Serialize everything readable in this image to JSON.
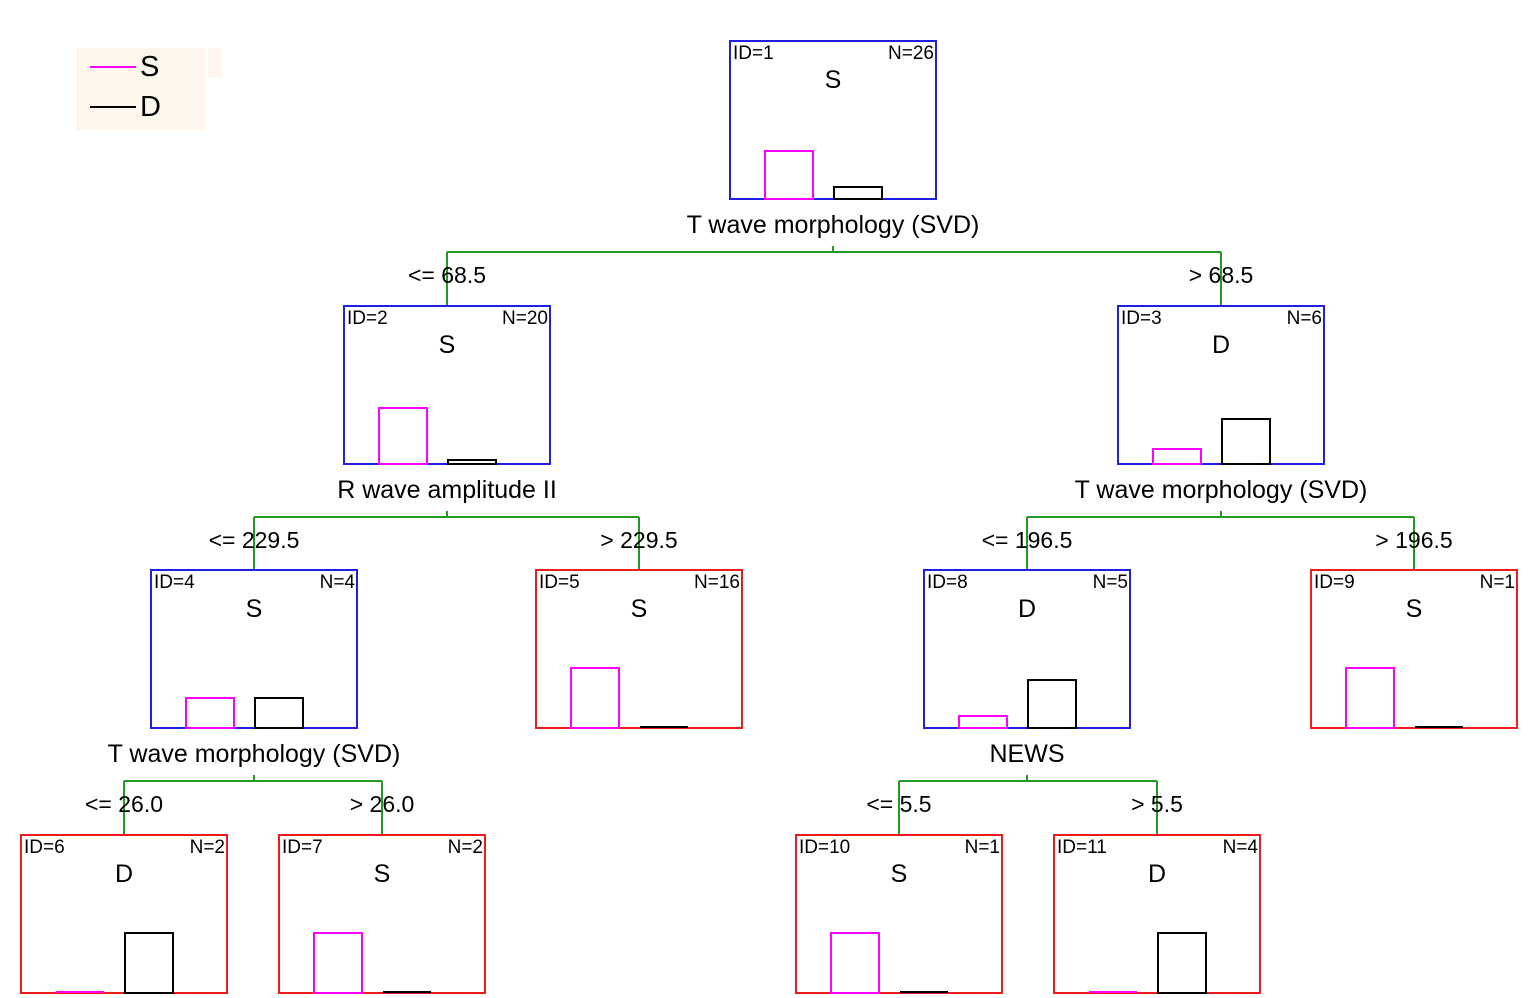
{
  "legend": {
    "items": [
      {
        "label": "S",
        "color": "#ff00ff"
      },
      {
        "label": "D",
        "color": "#000000"
      }
    ]
  },
  "colors": {
    "split_node_border": "#1f1fe6",
    "leaf_node_border": "#ee1c1c",
    "edge": "#229922",
    "class_s": "#ff00ff",
    "class_d": "#000000"
  },
  "tree": {
    "nodes": [
      {
        "id": "1",
        "id_label": "ID=1",
        "n_label": "N=26",
        "class_label": "S",
        "s": 12,
        "d": 3,
        "leaf": false,
        "split_label": "T wave morphology (SVD)"
      },
      {
        "id": "2",
        "id_label": "ID=2",
        "n_label": "N=20",
        "class_label": "S",
        "s": 14,
        "d": 1,
        "leaf": false,
        "split_label": "R wave amplitude II"
      },
      {
        "id": "3",
        "id_label": "ID=3",
        "n_label": "N=6",
        "class_label": "D",
        "s": 1,
        "d": 3,
        "leaf": false,
        "split_label": "T wave morphology (SVD)"
      },
      {
        "id": "4",
        "id_label": "ID=4",
        "n_label": "N=4",
        "class_label": "S",
        "s": 2,
        "d": 2,
        "leaf": false,
        "split_label": "T wave morphology (SVD)"
      },
      {
        "id": "5",
        "id_label": "ID=5",
        "n_label": "N=16",
        "class_label": "S",
        "s": 16,
        "d": 0,
        "leaf": true
      },
      {
        "id": "8",
        "id_label": "ID=8",
        "n_label": "N=5",
        "class_label": "D",
        "s": 1,
        "d": 4,
        "leaf": false,
        "split_label": "NEWS"
      },
      {
        "id": "9",
        "id_label": "ID=9",
        "n_label": "N=1",
        "class_label": "S",
        "s": 1,
        "d": 0,
        "leaf": true
      },
      {
        "id": "6",
        "id_label": "ID=6",
        "n_label": "N=2",
        "class_label": "D",
        "s": 0,
        "d": 2,
        "leaf": true
      },
      {
        "id": "7",
        "id_label": "ID=7",
        "n_label": "N=2",
        "class_label": "S",
        "s": 2,
        "d": 0,
        "leaf": true
      },
      {
        "id": "10",
        "id_label": "ID=10",
        "n_label": "N=1",
        "class_label": "S",
        "s": 1,
        "d": 0,
        "leaf": true
      },
      {
        "id": "11",
        "id_label": "ID=11",
        "n_label": "N=4",
        "class_label": "D",
        "s": 0,
        "d": 4,
        "leaf": true
      }
    ],
    "branches": [
      {
        "parent": "1",
        "left_child": "2",
        "right_child": "3",
        "left_label": "<= 68.5",
        "right_label": "> 68.5"
      },
      {
        "parent": "2",
        "left_child": "4",
        "right_child": "5",
        "left_label": "<= 229.5",
        "right_label": "> 229.5"
      },
      {
        "parent": "3",
        "left_child": "8",
        "right_child": "9",
        "left_label": "<= 196.5",
        "right_label": "> 196.5"
      },
      {
        "parent": "4",
        "left_child": "6",
        "right_child": "7",
        "left_label": "<= 26.0",
        "right_label": "> 26.0"
      },
      {
        "parent": "8",
        "left_child": "10",
        "right_child": "11",
        "left_label": "<= 5.5",
        "right_label": "> 5.5"
      }
    ]
  }
}
